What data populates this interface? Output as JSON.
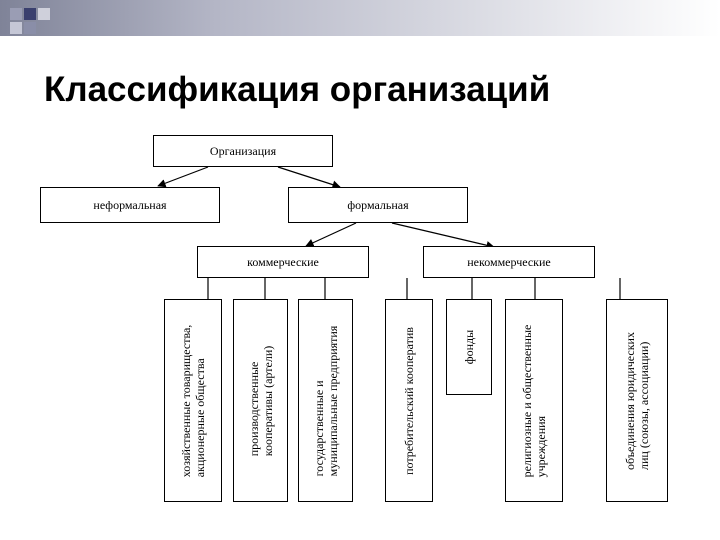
{
  "slide": {
    "title": "Классификация организаций"
  },
  "diagram": {
    "root": "Организация",
    "informal": "неформальная",
    "formal": "формальная",
    "commercial": "коммерческие",
    "noncommercial": "некоммерческие",
    "commercial_children": [
      [
        "хозяйственные товарищества,",
        "акционерные общества"
      ],
      [
        "производственные",
        "кооперативы (артели)"
      ],
      [
        "государственные и",
        "муниципальные предприятия"
      ]
    ],
    "noncommercial_children": [
      [
        "потребительский кооператив"
      ],
      [
        "фонды"
      ],
      [
        "религиозные и общественные",
        "учреждения"
      ],
      [
        "объединения юридических",
        "лиц (союзы, ассоциации)"
      ]
    ]
  }
}
